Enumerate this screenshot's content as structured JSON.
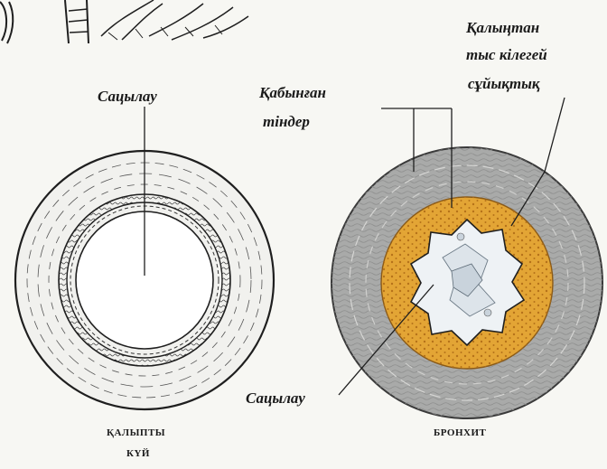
{
  "normal": {
    "label_lumen": "Сацылау",
    "caption_line1": "ҚАЛЫПТЫ",
    "caption_line2": "КҮЙ"
  },
  "bronchitis": {
    "label_mucus": "Қалыңтан",
    "label_mucus_line2": "тыс кілегей",
    "label_mucus_line3": "сұйықтық",
    "label_walls": "Қабынған",
    "label_walls_line2": "тіндер",
    "label_lumen": "Сацылау",
    "caption": "БРОНХИТ"
  },
  "colors": {
    "wall_grey": "#a9aaa9",
    "inflamed_orange": "#e3a535",
    "mucus_white": "#eef2f5",
    "ink": "#1f1f1f"
  }
}
